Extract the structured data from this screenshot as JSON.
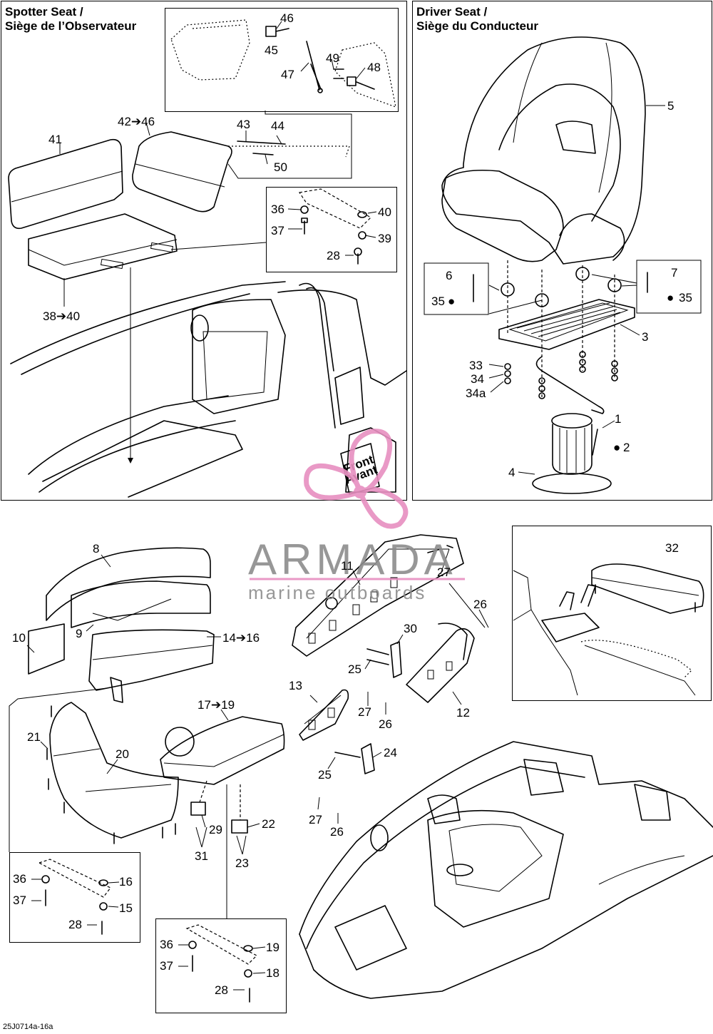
{
  "spotter_title": [
    "Spotter Seat /",
    "Siège de l’Observateur"
  ],
  "driver_title": [
    "Driver Seat /",
    "Siège du Conducteur"
  ],
  "front_label": [
    "Front",
    "Avant"
  ],
  "watermark": {
    "brand": "ARMADA",
    "tagline": "marine outboards",
    "color": "#e78fc0"
  },
  "doc_id": "25J0714a-16a",
  "callouts": {
    "c46": "46",
    "c45": "45",
    "c47": "47",
    "c49": "49",
    "c48": "48",
    "c42_46": "42➔46",
    "c41": "41",
    "c43": "43",
    "c44": "44",
    "c50": "50",
    "c36a": "36",
    "c40": "40",
    "c37a": "37",
    "c39": "39",
    "c28a": "28",
    "c38_40": "38➔40",
    "c5": "5",
    "c6": "6",
    "c35a": "35",
    "c7": "7",
    "c35b": "35",
    "c3": "3",
    "c33": "33",
    "c34": "34",
    "c34a": "34a",
    "c1": "1",
    "c2": "2",
    "c4": "4",
    "c8": "8",
    "c11": "11",
    "c27a": "27",
    "c26a": "26",
    "c32": "32",
    "c10": "10",
    "c9": "9",
    "c14_16": "14➔16",
    "c30": "30",
    "c25a": "25",
    "c12": "12",
    "c13": "13",
    "c27b": "27",
    "c26b": "26",
    "c21": "21",
    "c20": "20",
    "c17_19": "17➔19",
    "c24": "24",
    "c25b": "25",
    "c27c": "27",
    "c26c": "26",
    "c29": "29",
    "c22": "22",
    "c31": "31",
    "c23": "23",
    "c36b": "36",
    "c16": "16",
    "c37b": "37",
    "c15": "15",
    "c28b": "28",
    "c36c": "36",
    "c19": "19",
    "c37c": "37",
    "c18": "18",
    "c28c": "28"
  }
}
